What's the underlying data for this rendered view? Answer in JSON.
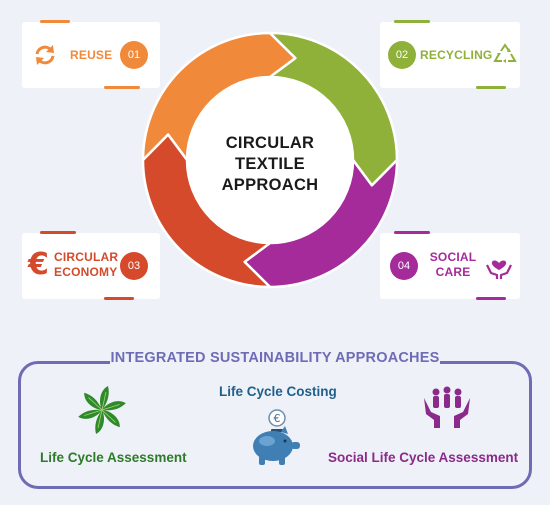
{
  "center": {
    "line1": "CIRCULAR",
    "line2": "TEXTILE",
    "line3": "APPROACH"
  },
  "cards": {
    "reuse": {
      "label": "REUSE",
      "number": "01",
      "color": "#f08a3a",
      "icon": "recycle-arrows-icon"
    },
    "recycling": {
      "label": "RECYCLING",
      "number": "02",
      "color": "#8fb13a",
      "icon": "recycling-symbol-icon"
    },
    "circular_economy": {
      "label_line1": "CIRCULAR",
      "label_line2": "ECONOMY",
      "number": "03",
      "color": "#d44a2a",
      "icon": "euro-icon"
    },
    "social_care": {
      "label_line1": "SOCIAL",
      "label_line2": "CARE",
      "number": "04",
      "color": "#a52a9a",
      "icon": "hands-heart-icon"
    }
  },
  "ring_colors": {
    "orange": "#f08a3a",
    "green": "#8fb13a",
    "purple": "#a52a9a",
    "red": "#d44a2a"
  },
  "bottom": {
    "title": "INTEGRATED SUSTAINABILITY APPROACHES",
    "border_color": "#6f6bb5",
    "lca": {
      "label": "Life Cycle Assessment",
      "color": "#2f7a2a",
      "icon": "pinwheel-leaves-icon"
    },
    "lcc": {
      "label": "Life Cycle Costing",
      "color": "#1f5f8b",
      "icon": "piggy-bank-icon"
    },
    "slca": {
      "label": "Social Life Cycle Assessment",
      "color": "#8a2a8a",
      "icon": "people-hands-icon"
    }
  }
}
